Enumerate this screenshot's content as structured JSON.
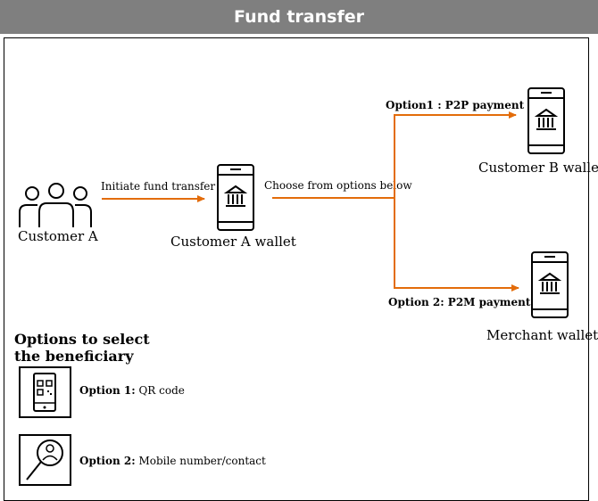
{
  "header": {
    "title": "Fund transfer"
  },
  "actors": {
    "customer_a": "Customer A",
    "customer_a_wallet": "Customer A wallet",
    "customer_b_wallet": "Customer B wallet",
    "merchant_wallet": "Merchant wallet"
  },
  "arrows": {
    "initiate": "Initiate fund transfer",
    "choose": "Choose from options below",
    "option1": "Option1 : P2P payment",
    "option2": "Option 2: P2M payment"
  },
  "beneficiary": {
    "heading_line1": "Options to select",
    "heading_line2": "the beneficiary",
    "option1_label": "Option 1:",
    "option1_text": "QR code",
    "option2_label": "Option 2:",
    "option2_text": "Mobile number/contact"
  },
  "colors": {
    "header_bg": "#7f7f7f",
    "arrow": "#e36c0a",
    "frame": "#000000"
  },
  "icons": [
    "group-people-icon",
    "bank-wallet-icon",
    "qr-phone-icon",
    "contact-search-icon"
  ]
}
